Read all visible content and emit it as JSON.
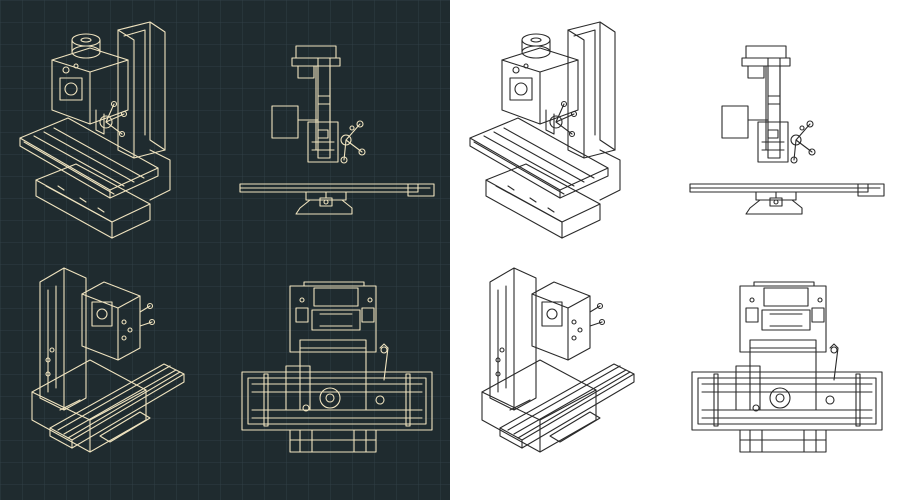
{
  "colors": {
    "dark_background": "#1f2b2f",
    "dark_grid": "#33434a",
    "dark_line": "#efe3bf",
    "light_background": "#ffffff",
    "light_line": "#2a2a2a"
  },
  "panels": [
    {
      "id": "dark",
      "theme": "blueprint-dark",
      "grid": true
    },
    {
      "id": "light",
      "theme": "line-art-light",
      "grid": false
    }
  ],
  "views": [
    "isometric-front",
    "side-elevation",
    "isometric-rear",
    "top-plan"
  ]
}
